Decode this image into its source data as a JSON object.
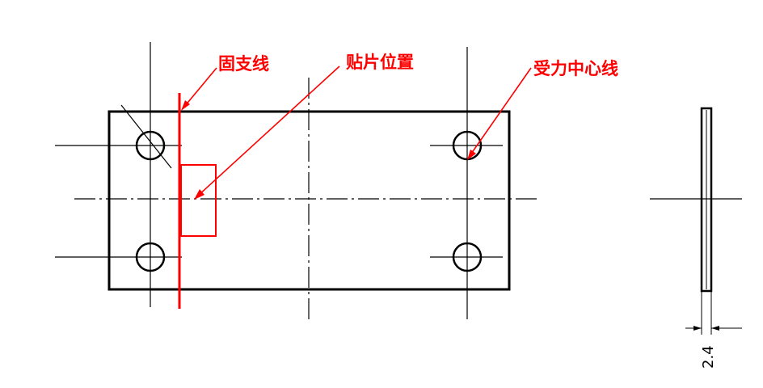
{
  "labels": {
    "fixed_support_line": "固支线",
    "gauge_position": "贴片位置",
    "load_center_line": "受力中心线"
  },
  "dimension": {
    "thickness": "2.4"
  },
  "colors": {
    "drawing": "#000000",
    "annotation": "#ff0000",
    "background": "#ffffff"
  }
}
